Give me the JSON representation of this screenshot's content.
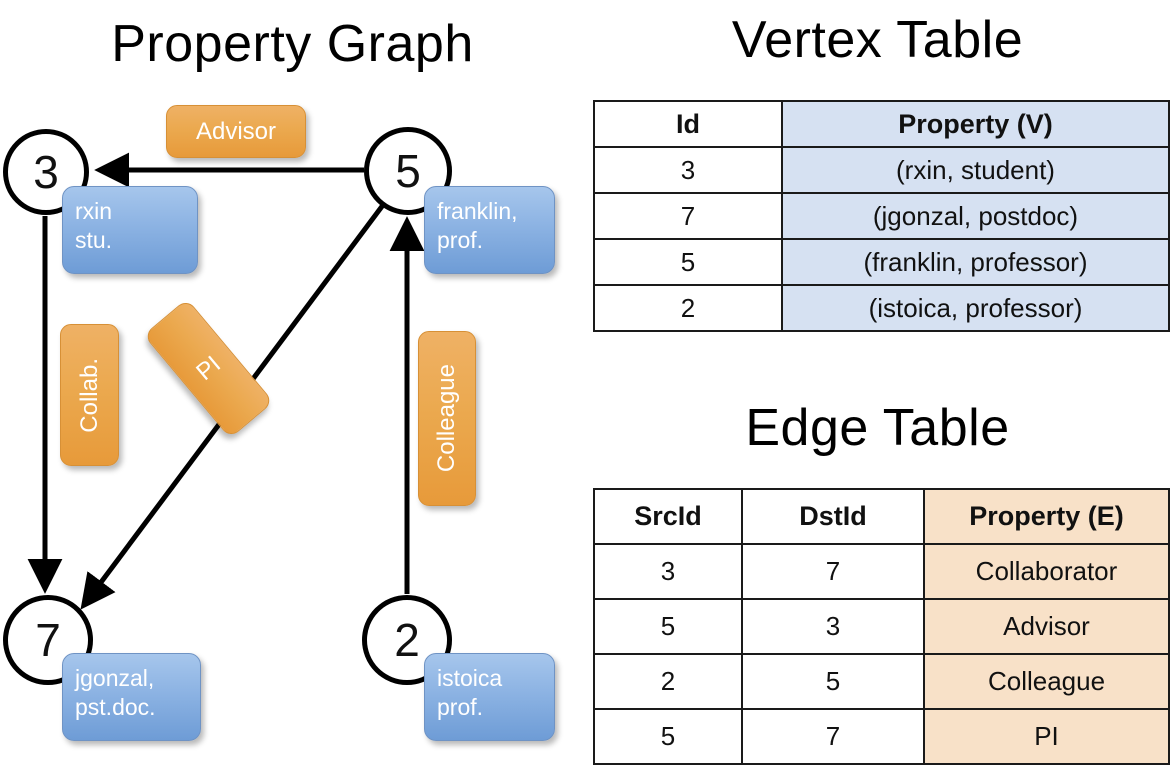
{
  "titles": {
    "property_graph": "Property Graph",
    "vertex_table": "Vertex Table",
    "edge_table": "Edge Table"
  },
  "colors": {
    "vertex_property_fill": "#d6e1f2",
    "edge_property_fill": "#f8e1c8",
    "node_box_blue": "#8fb5e4",
    "edge_label_orange": "#eba94f",
    "stroke": "#000000"
  },
  "graph": {
    "nodes": [
      {
        "id": "3",
        "property": "rxin\nstu.",
        "line1": "rxin",
        "line2": "stu."
      },
      {
        "id": "5",
        "property": "franklin, prof.",
        "line1": "franklin,",
        "line2": "prof."
      },
      {
        "id": "7",
        "property": "jgonzal, pst.doc.",
        "line1": "jgonzal,",
        "line2": "pst.doc."
      },
      {
        "id": "2",
        "property": "istoica prof.",
        "line1": "istoica",
        "line2": "prof."
      }
    ],
    "edge_labels": [
      {
        "name": "advisor",
        "text": "Advisor",
        "orientation": "horizontal"
      },
      {
        "name": "collab",
        "text": "Collab.",
        "orientation": "vertical"
      },
      {
        "name": "pi",
        "text": "PI",
        "orientation": "rotated"
      },
      {
        "name": "colleague",
        "text": "Colleague",
        "orientation": "vertical"
      }
    ]
  },
  "vertex_table": {
    "headers": [
      "Id",
      "Property (V)"
    ],
    "rows": [
      [
        "3",
        "(rxin, student)"
      ],
      [
        "7",
        "(jgonzal, postdoc)"
      ],
      [
        "5",
        "(franklin, professor)"
      ],
      [
        "2",
        "(istoica, professor)"
      ]
    ]
  },
  "edge_table": {
    "headers": [
      "SrcId",
      "DstId",
      "Property (E)"
    ],
    "rows": [
      [
        "3",
        "7",
        "Collaborator"
      ],
      [
        "5",
        "3",
        "Advisor"
      ],
      [
        "2",
        "5",
        "Colleague"
      ],
      [
        "5",
        "7",
        "PI"
      ]
    ]
  }
}
